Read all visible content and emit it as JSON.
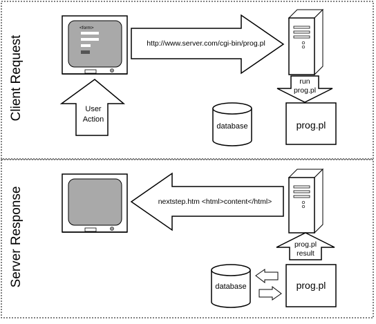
{
  "sections": {
    "client_request": "Client Request",
    "server_response": "Server Response"
  },
  "client": {
    "form_label": "<form>",
    "url_arrow": "http://www.server.com/cgi-bin/prog.pl",
    "run_line1": "run",
    "run_line2": "prog.pl",
    "user_line1": "User",
    "user_line2": "Action",
    "database": "database",
    "prog": "prog.pl"
  },
  "server": {
    "response_arrow": "nextstep.htm <html>content</html>",
    "result_line1": "prog.pl",
    "result_line2": "result",
    "database": "database",
    "prog": "prog.pl"
  },
  "icons": [
    "monitor-icon",
    "server-tower-icon",
    "database-icon"
  ],
  "colors": {
    "screen": "#a9a9a9",
    "line": "#000000",
    "background": "#ffffff"
  }
}
